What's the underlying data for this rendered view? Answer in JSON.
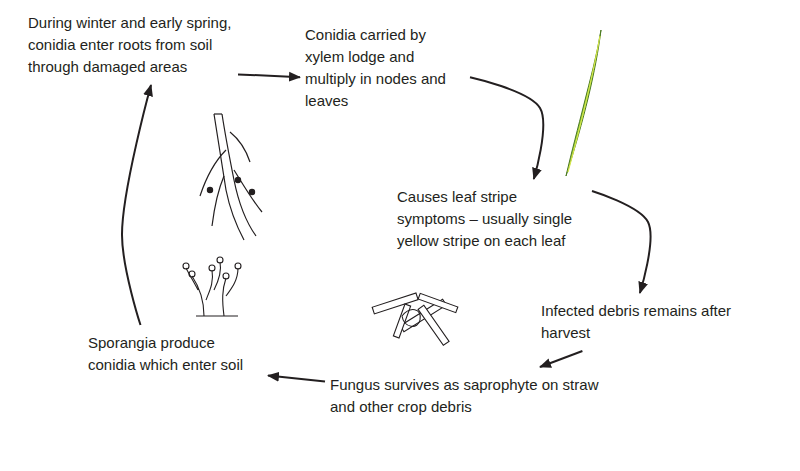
{
  "diagram": {
    "nodes": [
      {
        "text": [
          "During winter and early spring, conidia enter roots from soil through damaged areas"
        ]
      },
      {
        "text": [
          "Conidia carried by xylem lodge and multiply in nodes and leaves"
        ]
      },
      {
        "text": [
          "Causes leaf stripe symptoms – usually single yellow stripe on each leaf"
        ]
      },
      {
        "text": [
          "Infected debris remains after harvest"
        ]
      },
      {
        "text": [
          "Fungus survives as saprophyte on straw and other crop debris"
        ]
      },
      {
        "text": [
          "Sporangia produce conidia which enter soil"
        ]
      }
    ],
    "edges": [
      {
        "from": 0,
        "to": 1,
        "arrow": "to"
      },
      {
        "from": 1,
        "to": 2,
        "arrow": "to"
      },
      {
        "from": 2,
        "to": 3,
        "arrow": "to"
      },
      {
        "from": 3,
        "to": 4,
        "arrow": "to"
      },
      {
        "from": 4,
        "to": 5,
        "arrow": "to"
      },
      {
        "from": 5,
        "to": 0,
        "arrow": "to"
      }
    ]
  }
}
